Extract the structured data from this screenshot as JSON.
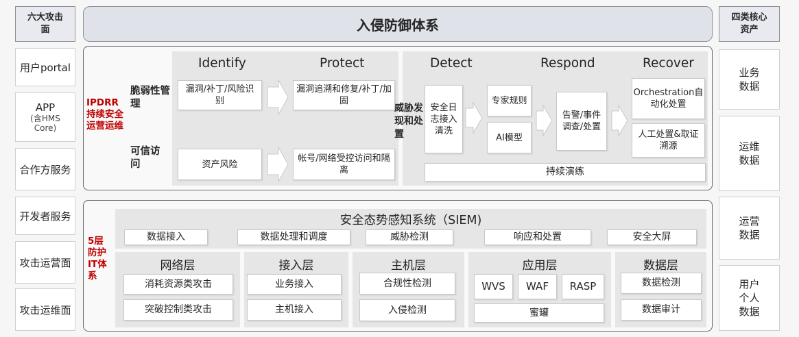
{
  "left_header": "六大攻击面",
  "left_items": [
    "用户portal",
    "APP",
    "(含HMS",
    "Core)",
    "合作方服务",
    "开发者服务",
    "攻击运营面",
    "攻击运维面"
  ],
  "main_title": "入侵防御体系",
  "right_header": "四类核心资产",
  "right_items": [
    "业务数据",
    "运维数据",
    "运营数据",
    "用户个人数据"
  ],
  "top_panel": {
    "label": "IPDRR持续安全运营运维",
    "columns": [
      "Identify",
      "Protect",
      "Detect",
      "Respond",
      "Recover"
    ],
    "row1_label": "脆弱性管理",
    "row2_label": "可信访问",
    "row1_identify": "漏洞/补丁/风险识别",
    "row1_protect": "漏洞追溯和修复/补丁/加固",
    "row2_identify": "资产风险",
    "row2_protect": "帐号/网络受控访问和隔离",
    "detect_label": "威胁发现和处置",
    "detect_box": "安全日志接入清洗",
    "expert": "专家规则",
    "ai_model": "AI模型",
    "alert": "告警/事件调查/处置",
    "orchestration": "Orchestration自动化处置",
    "manual": "人工处置&取证溯源",
    "drill": "持续演练"
  },
  "bottom_panel": {
    "label": "5层防护IT体系",
    "siem_title": "安全态势感知系统（SIEM)",
    "siem_items": [
      "数据接入",
      "数据处理和调度",
      "威胁检测",
      "响应和处置",
      "安全大屏"
    ],
    "layers": {
      "network": {
        "title": "网络层",
        "items": [
          "消耗资源类攻击",
          "突破控制类攻击"
        ]
      },
      "access": {
        "title": "接入层",
        "items": [
          "业务接入",
          "主机接入"
        ]
      },
      "host": {
        "title": "主机层",
        "items": [
          "合规性检测",
          "入侵检测"
        ]
      },
      "app": {
        "title": "应用层",
        "items": [
          "WVS",
          "WAF",
          "RASP",
          "蜜罐"
        ]
      },
      "data": {
        "title": "数据层",
        "items": [
          "数据检测",
          "数据审计"
        ]
      }
    }
  }
}
